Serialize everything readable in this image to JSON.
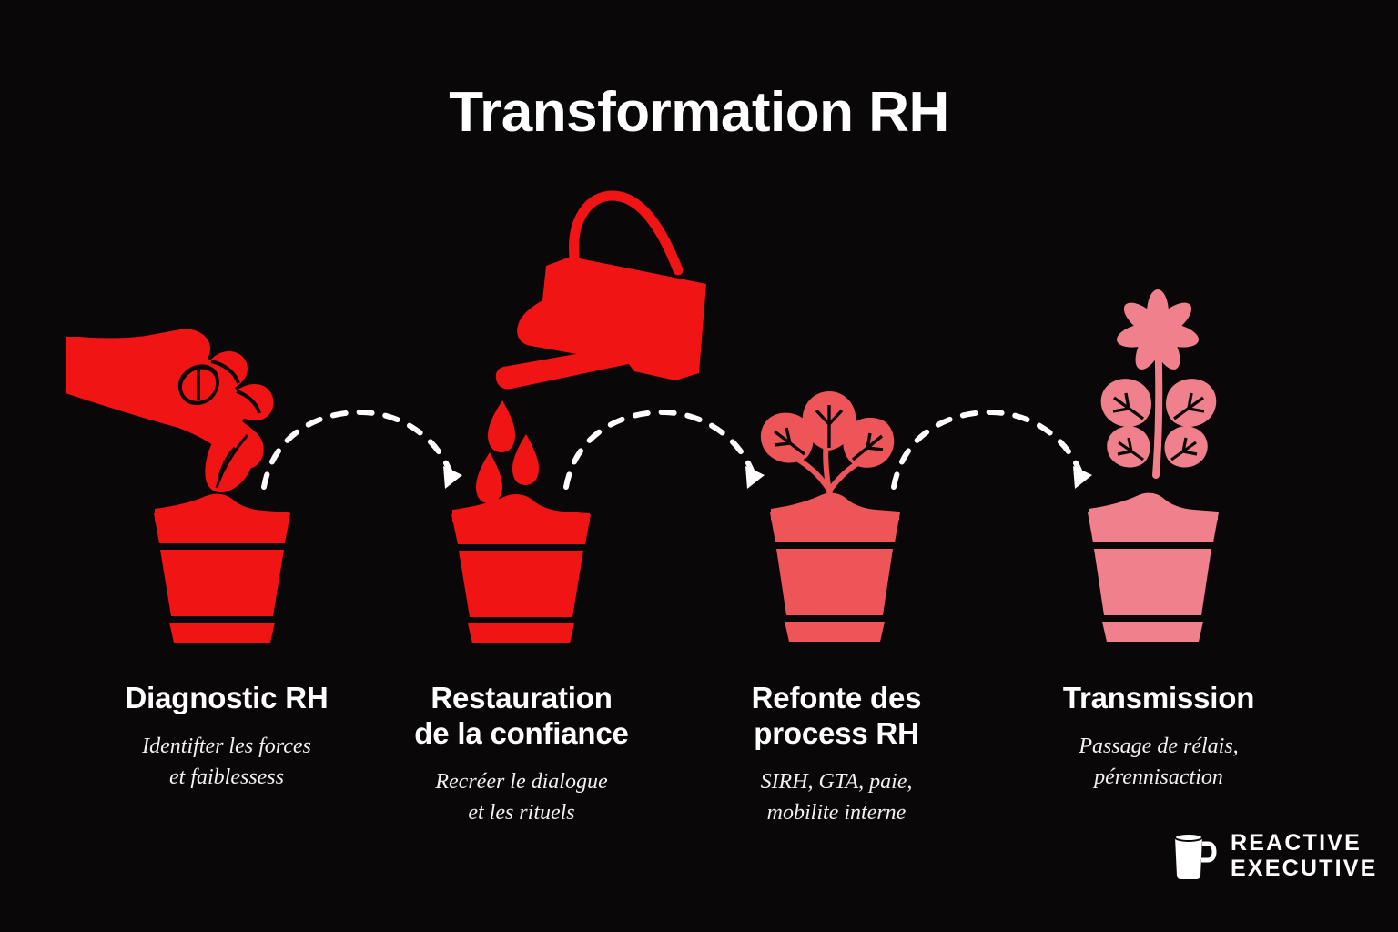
{
  "page": {
    "title": "Transformation RH",
    "background_color": "#0a0708"
  },
  "palette": {
    "bright_red": "#F01414",
    "mid_red": "#EE5558",
    "light_pink": "#F0818C",
    "white": "#FFFFFF",
    "black": "#0a0708"
  },
  "steps": [
    {
      "index": "1",
      "title": "Diagnostic RH",
      "subtitle": "Identifter les forces\net faiblessess",
      "subtitle_line_1": "Identifter les forces",
      "subtitle_line_2": "et faiblessess",
      "icon": "hand-planting-seed-icon",
      "pot_color": "#F01414"
    },
    {
      "index": "2",
      "title": "Restauration\nde la confiance",
      "title_line_1": "Restauration",
      "title_line_2": "de la confiance",
      "subtitle_line_1": "Recréer le dialogue",
      "subtitle_line_2": "et les rituels",
      "icon": "watering-can-icon",
      "pot_color": "#F01414"
    },
    {
      "index": "3",
      "title": "Refonte des\nprocess RH",
      "title_line_1": "Refonte des",
      "title_line_2": "process RH",
      "subtitle_line_1": "SIRH, GTA, paie,",
      "subtitle_line_2": "mobilite interne",
      "icon": "seedling-sprout-icon",
      "pot_color": "#EE5558"
    },
    {
      "index": "4",
      "title": "Transmission",
      "subtitle_line_1": "Passage de rélais,",
      "subtitle_line_2": "pérennisaction",
      "icon": "flowering-plant-icon",
      "pot_color": "#F0818C"
    }
  ],
  "connectors": [
    {
      "name": "arrow-step1-to-step2",
      "style": "dashed-arc-arrow",
      "color": "#FFFFFF"
    },
    {
      "name": "arrow-step2-to-step3",
      "style": "dashed-arc-arrow",
      "color": "#FFFFFF"
    },
    {
      "name": "arrow-step3-to-step4",
      "style": "dashed-arc-arrow",
      "color": "#FFFFFF"
    }
  ],
  "logo": {
    "icon": "coffee-mug-icon",
    "line_1": "REACTIVE",
    "line_2": "EXECUTIVE"
  }
}
